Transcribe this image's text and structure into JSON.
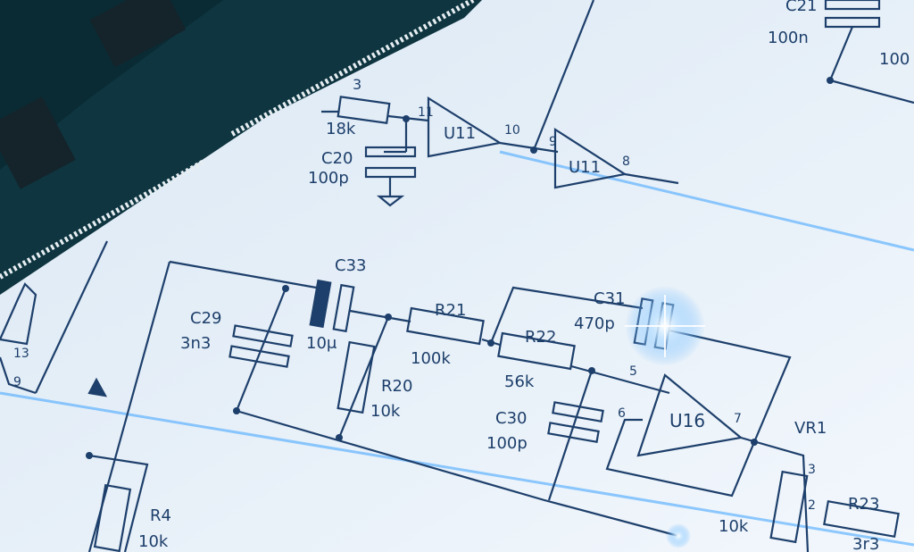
{
  "colors": {
    "paper": "#e9f2fa",
    "ink": "#1d3f6b",
    "board": "#0f3a45",
    "glow": "#4aa9ff"
  },
  "labels": {
    "r_top": "3",
    "r18": "18k",
    "c20": "C20",
    "c20v": "100p",
    "pin11": "11",
    "u11a": "U11",
    "pin10": "10",
    "pin9": "9",
    "u11b": "U11",
    "pin8": "8",
    "c21": "C21",
    "c21v": "100n",
    "c21v2": "100",
    "c33": "C33",
    "c33v": "10μ",
    "c29": "C29",
    "c29v": "3n3",
    "r21": "R21",
    "r21v": "100k",
    "c31": "C31",
    "c31v": "470p",
    "r22": "R22",
    "r22v": "56k",
    "r20": "R20",
    "r20v": "10k",
    "pin5": "5",
    "pin6": "6",
    "u16": "U16",
    "pin7": "7",
    "vr1": "VR1",
    "c30": "C30",
    "c30v": "100p",
    "pin3": "3",
    "pin2": "2",
    "vr10k": "10k",
    "r23": "R23",
    "r23v": "3r3",
    "r4": "R4",
    "r4v": "10k",
    "left13": "13",
    "left9": "9"
  }
}
